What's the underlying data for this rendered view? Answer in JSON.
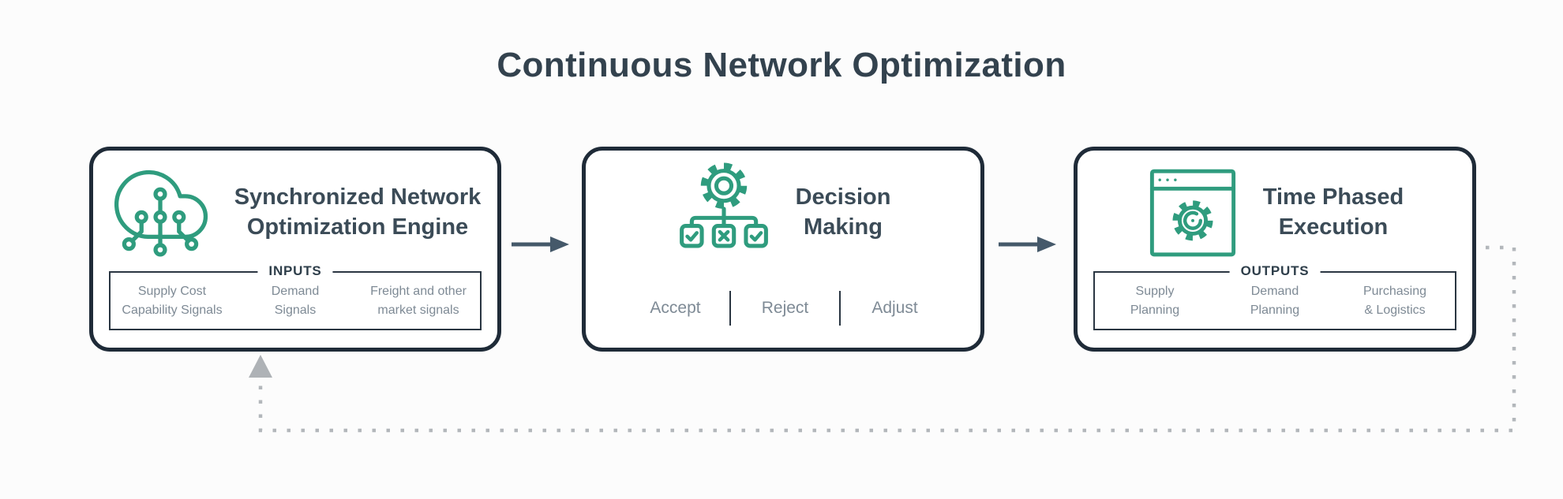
{
  "title": "Continuous Network Optimization",
  "flow": {
    "engine_box": {
      "icon": "cloud-network-icon",
      "title_lines": [
        "Synchronized Network",
        "Optimization Engine"
      ],
      "section_label": "INPUTS",
      "items": [
        {
          "lines": [
            "Supply Cost",
            "Capability Signals"
          ]
        },
        {
          "lines": [
            "Demand",
            "Signals"
          ]
        },
        {
          "lines": [
            "Freight and other",
            "market signals"
          ]
        }
      ]
    },
    "decision_box": {
      "icon": "gear-decision-icon",
      "title_lines": [
        "Decision",
        "Making"
      ],
      "options": [
        "Accept",
        "Reject",
        "Adjust"
      ]
    },
    "execution_box": {
      "icon": "app-window-gear-icon",
      "title_lines": [
        "Time Phased",
        "Execution"
      ],
      "section_label": "OUTPUTS",
      "items": [
        {
          "lines": [
            "Supply",
            "Planning"
          ]
        },
        {
          "lines": [
            "Demand",
            "Planning"
          ]
        },
        {
          "lines": [
            "Purchasing",
            "& Logistics"
          ]
        }
      ]
    }
  },
  "colors": {
    "accent_green": "#2F9C7E",
    "box_border": "#1F2B38",
    "title_text": "#33424E",
    "box_title_text": "#3B4B57",
    "muted_text": "#7E8A95",
    "arrow": "#45596A",
    "dotted_loop": "#B3B7BB"
  }
}
